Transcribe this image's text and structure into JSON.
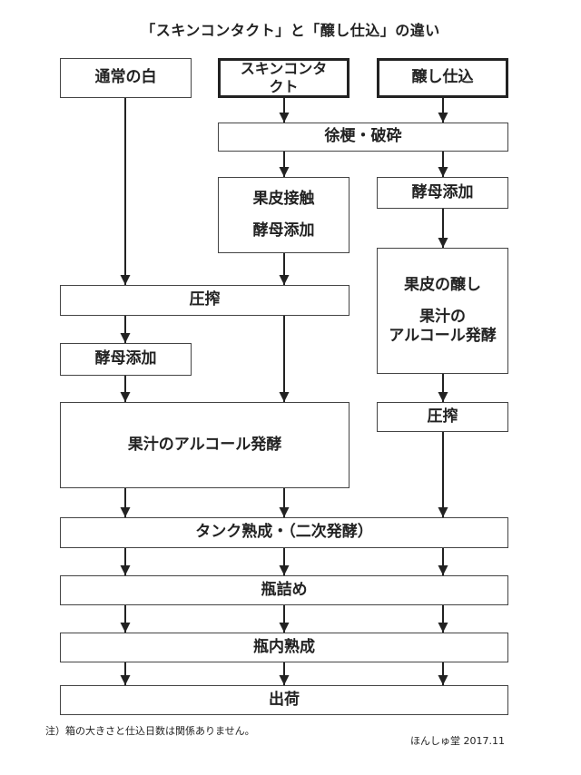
{
  "title": "「スキンコンタクト」と「醸し仕込」の違い",
  "columns": {
    "normal_white": "通常の白",
    "skin_contact": "スキンコンタクト",
    "kamoshi": "醸し仕込"
  },
  "steps": {
    "crush": "徐梗・破砕",
    "skin_contact_step": [
      "果皮接触",
      "酵母添加"
    ],
    "yeast_right": "酵母添加",
    "maceration": [
      "果皮の醸し",
      "果汁の",
      "アルコール発酵"
    ],
    "press_left": "圧搾",
    "yeast_left": "酵母添加",
    "fermentation": "果汁のアルコール発酵",
    "press_right": "圧搾",
    "tank": "タンク熟成・（二次発酵）",
    "bottling": "瓶詰め",
    "bottle_aging": "瓶内熟成",
    "shipping": "出荷"
  },
  "note": "注）箱の大きさと仕込日数は関係ありません。",
  "credit": "ほんしゅ堂 2017.11"
}
